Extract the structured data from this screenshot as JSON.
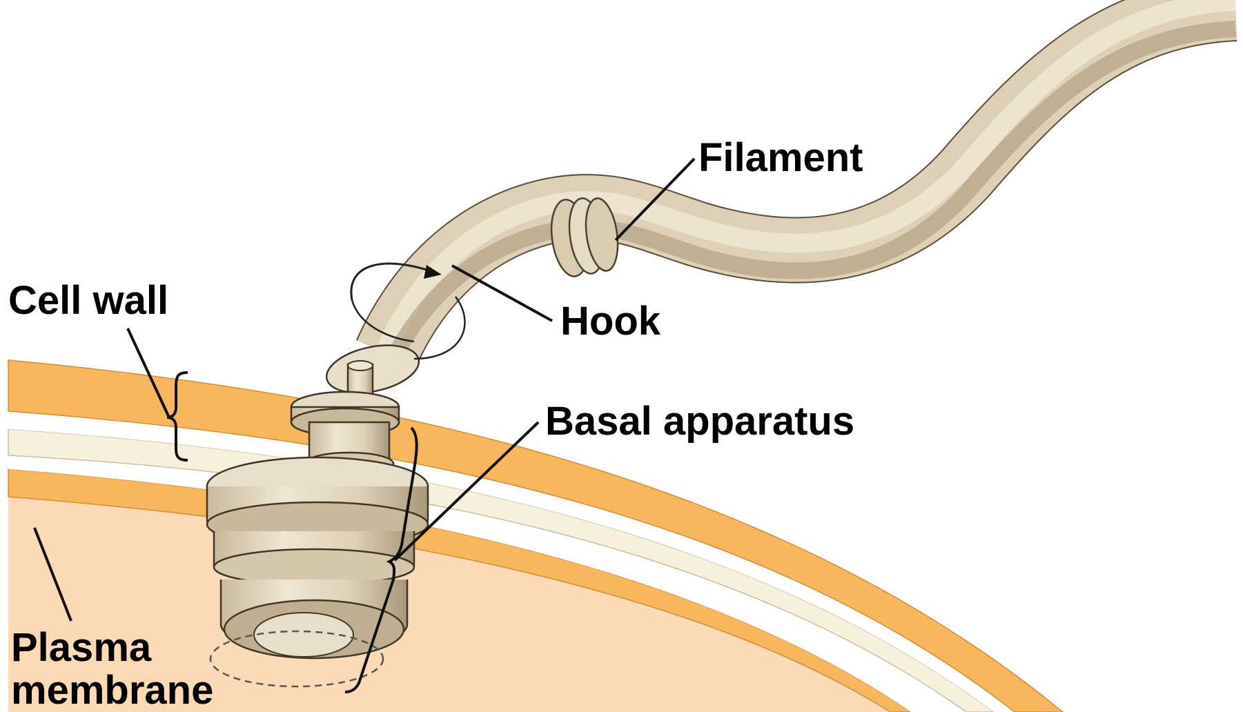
{
  "labels": {
    "filament": "Filament",
    "hook": "Hook",
    "cell_wall": "Cell wall",
    "basal_apparatus": "Basal apparatus",
    "plasma_membrane_line1": "Plasma",
    "plasma_membrane_line2": "membrane"
  },
  "colors": {
    "background": "#ffffff",
    "cytoplasm": "#fbdab5",
    "orange_layer": "#f8b65d",
    "cream_layer": "#f6f0dc",
    "flagellum_fill": "#ddd0b6",
    "flagellum_dark": "#a8977a",
    "flagellum_light": "#efe6d3",
    "outline": "#2a2a2a"
  },
  "icons": {
    "rotation_arrow": "curved-rotation-arrow"
  }
}
